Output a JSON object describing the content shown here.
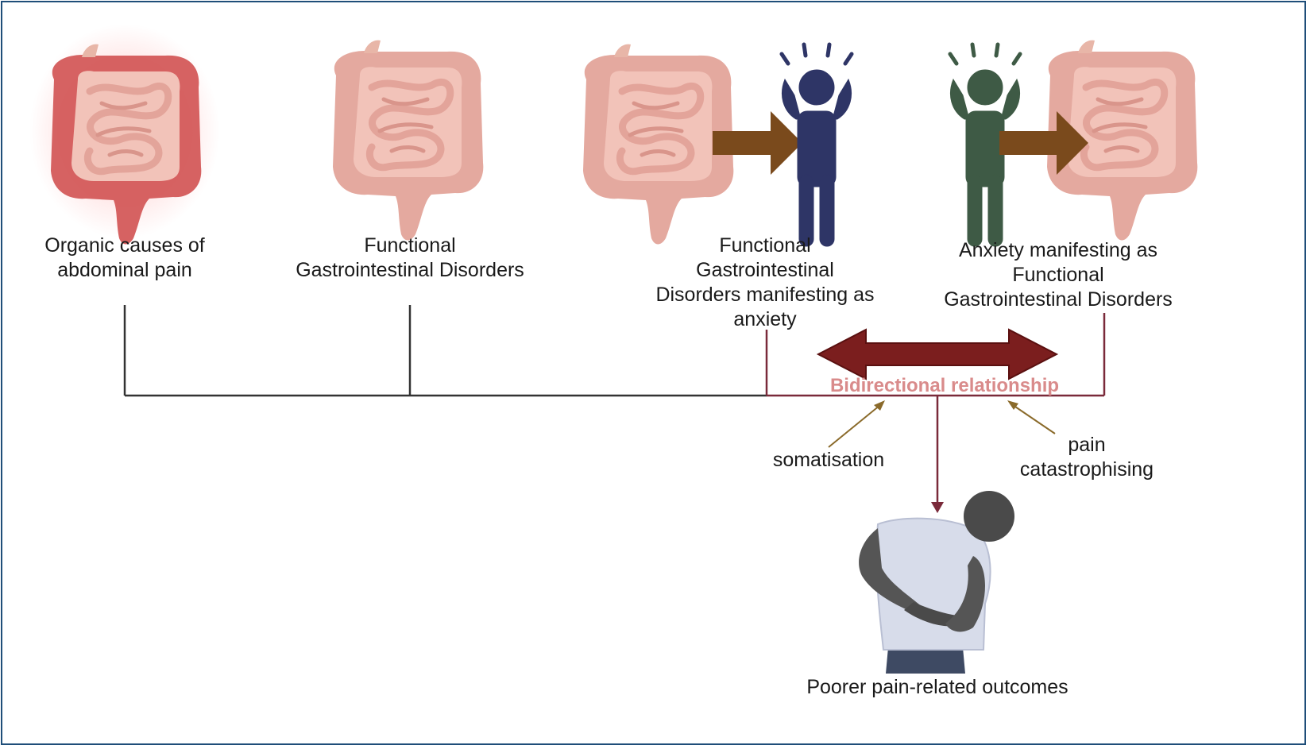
{
  "labels": {
    "organic": "Organic causes of\nabdominal pain",
    "fgid": "Functional\nGastrointestinal Disorders",
    "fgid_anxiety": "Functional\nGastrointestinal\nDisorders manifesting as\nanxiety",
    "anxiety_fgid": "Anxiety manifesting as\nFunctional\nGastrointestinal Disorders",
    "bidirectional": "Bidirectional relationship",
    "somatisation": "somatisation",
    "pain_catastrophising": "pain\ncatastrophising",
    "outcomes": "Poorer pain-related outcomes"
  },
  "icons": {
    "organic_gut": "inflamed-intestine-icon",
    "functional_gut": "intestine-icon",
    "stressed_person_blue": "stressed-person-icon",
    "stressed_person_green": "stressed-person-icon",
    "pain_person": "person-holding-abdomen-icon"
  },
  "colors": {
    "frame": "#1f4e79",
    "timeline": "#333333",
    "relationship": "#7a2a3a",
    "double_arrow": "#7b1e1e",
    "brown_arrow": "#7a4a1c",
    "gut": "#e3a49a",
    "gut_inflamed": "#d45a5a",
    "blue_person": "#2e3566",
    "green_person": "#3e5a45"
  }
}
